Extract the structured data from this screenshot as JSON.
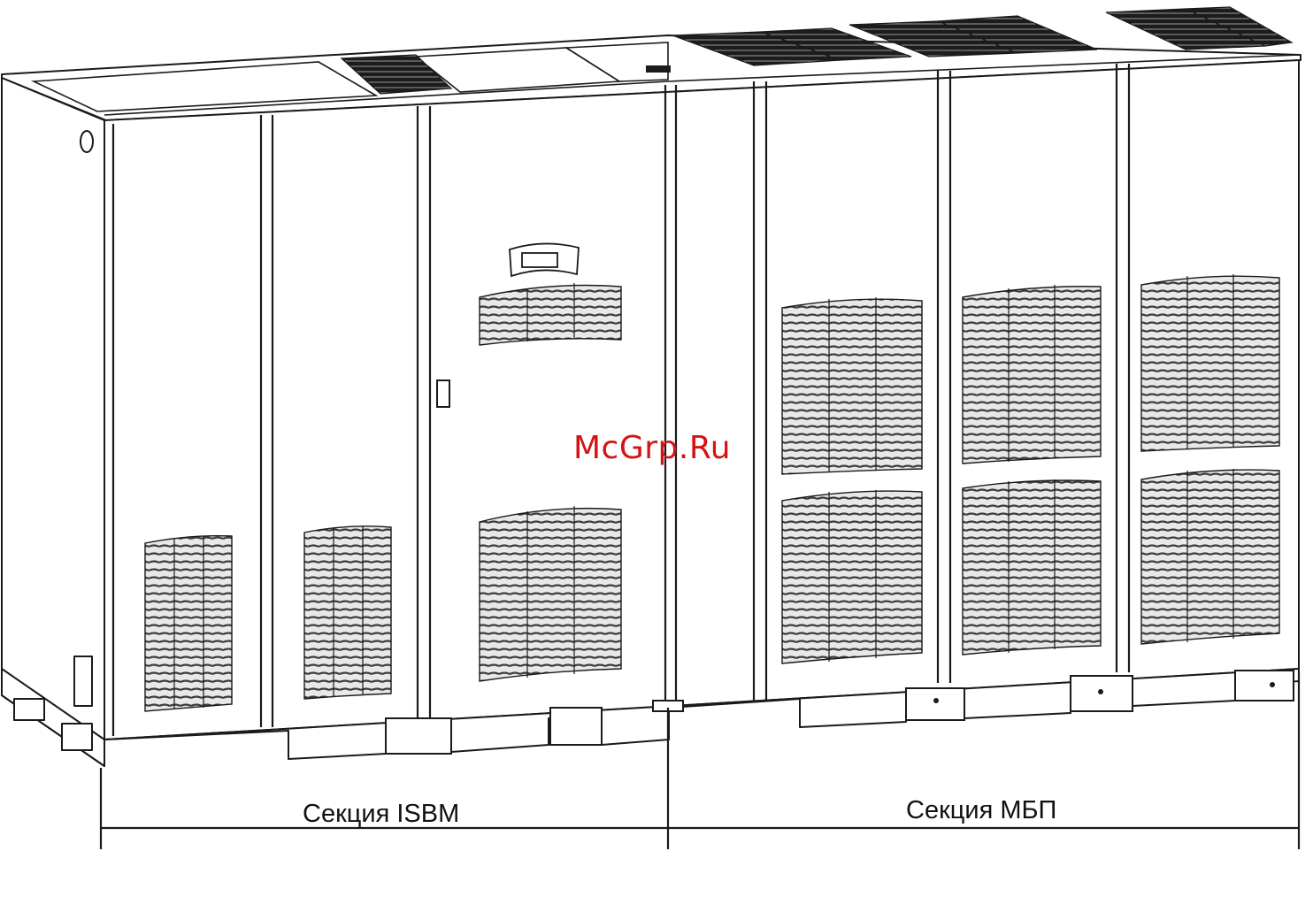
{
  "labels": {
    "section_left": "Секция ISBM",
    "section_right": "Секция МБП"
  },
  "watermark": "McGrp.Ru",
  "colors": {
    "line": "#1a1a1a",
    "grille": "#6e6e6e",
    "grille_dark": "#2e2e2e",
    "watermark": "#d21414"
  }
}
